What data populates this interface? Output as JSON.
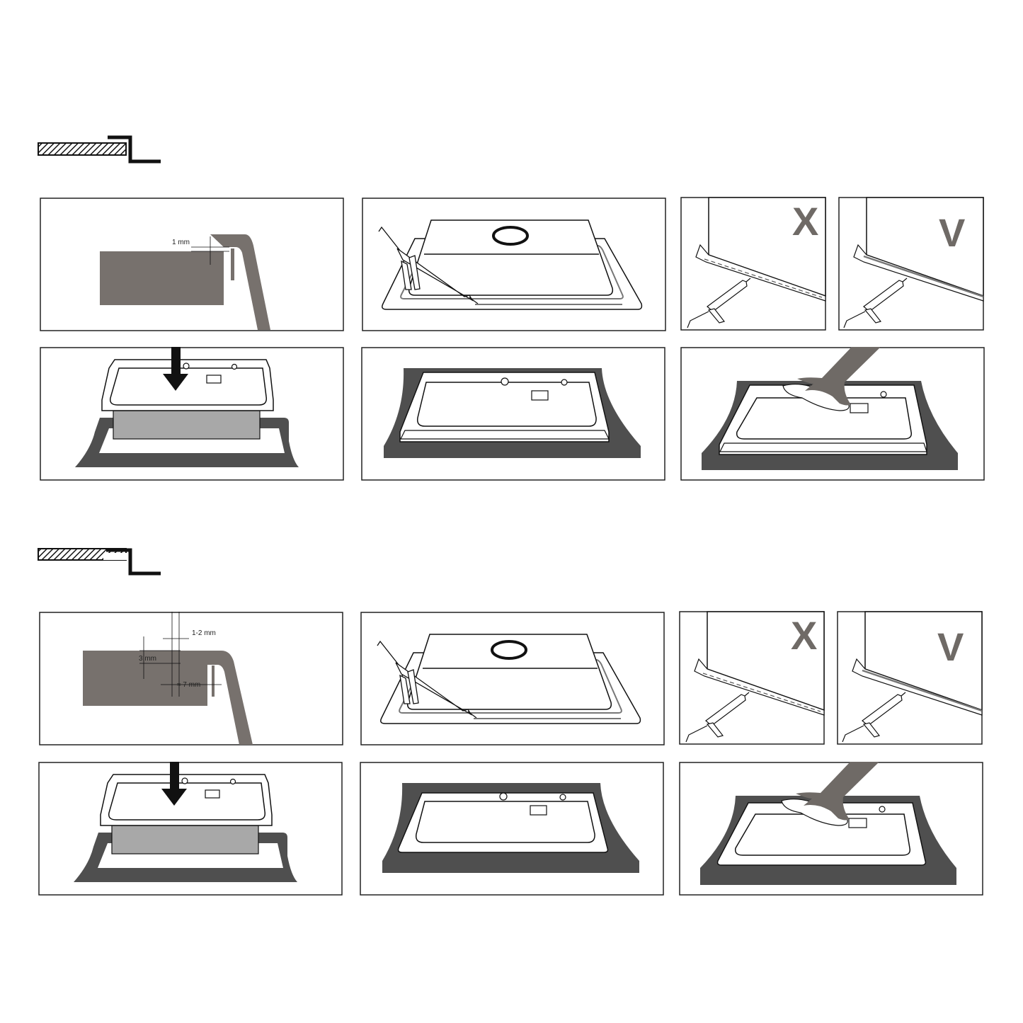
{
  "colors": {
    "countertop": "#77716d",
    "counter_dark": "#4f4f4f",
    "sink_body": "#a8a8a8",
    "line": "#1a1a1a",
    "mark": "#6f6a66"
  },
  "section_flush": {
    "panels": [
      {
        "id": "flush-cut-profile",
        "dims": {
          "gap": "1 mm"
        }
      },
      {
        "id": "flush-silicone-rim"
      },
      {
        "id": "flush-silicone-wrong",
        "mark": "X"
      },
      {
        "id": "flush-silicone-right",
        "mark": "V"
      },
      {
        "id": "flush-insert-sink"
      },
      {
        "id": "flush-sink-installed"
      },
      {
        "id": "flush-wipe-excess"
      }
    ]
  },
  "section_recessed": {
    "panels": [
      {
        "id": "recessed-cut-profile",
        "dims": {
          "gap": "1-2 mm",
          "depth": "3 mm",
          "width": "≈ 7 mm"
        }
      },
      {
        "id": "recessed-silicone-rim"
      },
      {
        "id": "recessed-silicone-wrong",
        "mark": "X"
      },
      {
        "id": "recessed-silicone-right",
        "mark": "V"
      },
      {
        "id": "recessed-insert-sink"
      },
      {
        "id": "recessed-sink-installed"
      },
      {
        "id": "recessed-wipe-excess"
      }
    ]
  }
}
